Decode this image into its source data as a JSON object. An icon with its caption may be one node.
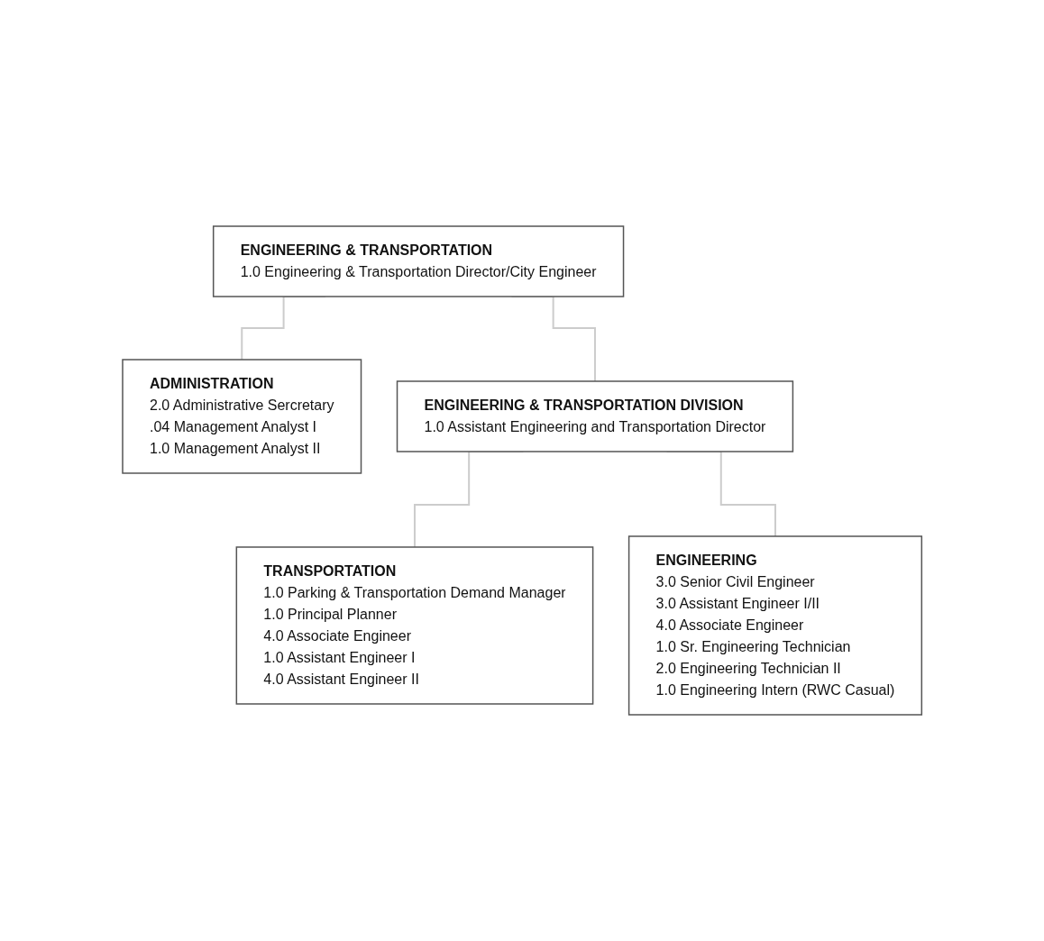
{
  "diagram": {
    "nodes": [
      {
        "text": [
          "ENGINEERING & TRANSPORTATION",
          "1.0 Engineering & Transportation Director/City Engineer"
        ]
      },
      {
        "text": [
          "ADMINISTRATION",
          "2.0 Administrative Sercretary",
          ".04 Management Analyst I",
          "1.0 Management Analyst II"
        ]
      },
      {
        "text": [
          "ENGINEERING & TRANSPORTATION DIVISION",
          "1.0 Assistant Engineering and Transportation Director"
        ]
      },
      {
        "text": [
          "TRANSPORTATION",
          "1.0 Parking & Transportation Demand Manager",
          "1.0 Principal Planner",
          "4.0 Associate Engineer",
          "1.0 Assistant Engineer I",
          "4.0 Assistant Engineer II"
        ]
      },
      {
        "text": [
          "ENGINEERING",
          "3.0 Senior Civil Engineer",
          "3.0 Assistant Engineer I/II",
          "4.0 Associate Engineer",
          "1.0 Sr. Engineering Technician",
          "2.0 Engineering Technician II",
          "1.0 Engineering Intern (RWC Casual)"
        ]
      }
    ],
    "edges": [
      {
        "from": 0,
        "to": 1,
        "arrow": "none"
      },
      {
        "from": 0,
        "to": 2,
        "arrow": "none"
      },
      {
        "from": 2,
        "to": 3,
        "arrow": "none"
      },
      {
        "from": 2,
        "to": 4,
        "arrow": "none"
      }
    ]
  }
}
